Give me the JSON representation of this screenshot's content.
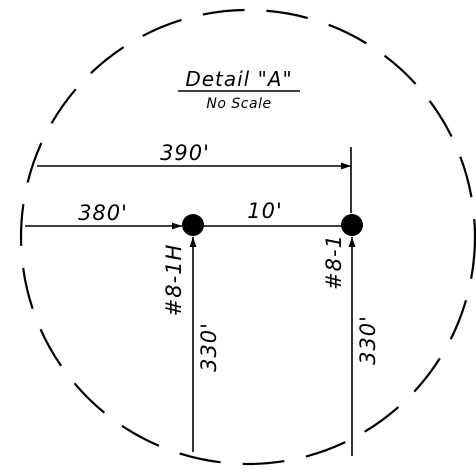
{
  "detail": {
    "title": "Detail \"A\"",
    "subtitle": "No Scale"
  },
  "dimensions": {
    "top_distance": "390'",
    "left_distance": "380'",
    "between_wells": "10'",
    "vertical_left": "330'",
    "vertical_right": "330'"
  },
  "wells": {
    "left_label": "#8-1H",
    "right_label": "#8-1"
  },
  "colors": {
    "line": "#000000",
    "background": "#ffffff"
  }
}
